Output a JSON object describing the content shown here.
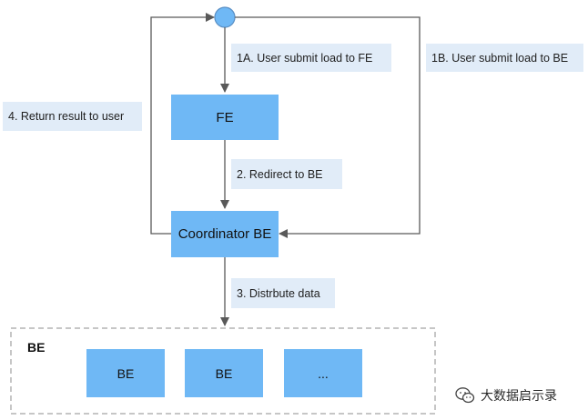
{
  "labels": {
    "submit_fe": "1A. User submit load to FE",
    "submit_be": "1B. User submit load to BE",
    "redirect": "2. Redirect to BE",
    "distribute": "3. Distrbute data",
    "return": "4. Return result to user"
  },
  "nodes": {
    "fe": "FE",
    "coordinator": "Coordinator BE",
    "be_group_title": "BE",
    "be_1": "BE",
    "be_2": "BE",
    "be_more": "..."
  },
  "watermark": {
    "text": "大数据启示录",
    "icon": "wechat-icon"
  },
  "colors": {
    "node_fill": "#6fb8f5",
    "label_fill": "#e1ecf8",
    "edge": "#595959",
    "group_border": "#b3b3b3"
  }
}
